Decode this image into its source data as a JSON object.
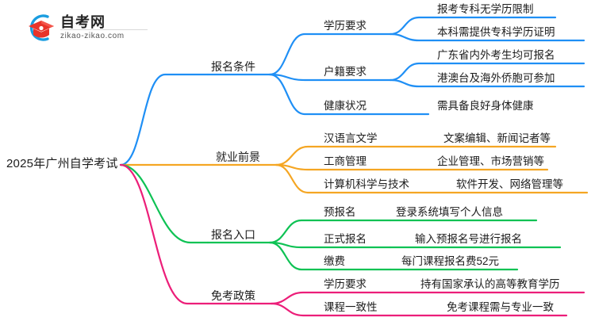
{
  "brand": {
    "name_cn": "自考网",
    "url": "zikao-zikao.com",
    "mark_icon": "graduation-cap-logo-icon",
    "arc_color": "#1a9de0",
    "cap_color": "#e8342a"
  },
  "mindmap": {
    "root": {
      "label": "2025年广州自学考试"
    },
    "branches": [
      {
        "label": "报名条件",
        "color": "#1f8ff5",
        "children": [
          {
            "label": "学历要求",
            "children": [
              {
                "label": "报考专科无学历限制"
              },
              {
                "label": "本科需提供专科学历证明"
              }
            ]
          },
          {
            "label": "户籍要求",
            "children": [
              {
                "label": "广东省内外考生均可报名"
              },
              {
                "label": "港澳台及海外侨胞可参加"
              }
            ]
          },
          {
            "label": "健康状况",
            "children": [
              {
                "label": "需具备良好身体健康"
              }
            ]
          }
        ]
      },
      {
        "label": "就业前景",
        "color": "#f5a623",
        "children": [
          {
            "label": "汉语言文学",
            "children": [
              {
                "label": "文案编辑、新闻记者等"
              }
            ]
          },
          {
            "label": "工商管理",
            "children": [
              {
                "label": "企业管理、市场营销等"
              }
            ]
          },
          {
            "label": "计算机科学与技术",
            "children": [
              {
                "label": "软件开发、网络管理等"
              }
            ]
          }
        ]
      },
      {
        "label": "报名入口",
        "color": "#0ec254",
        "children": [
          {
            "label": "预报名",
            "children": [
              {
                "label": "登录系统填写个人信息"
              }
            ]
          },
          {
            "label": "正式报名",
            "children": [
              {
                "label": "输入预报名号进行报名"
              }
            ]
          },
          {
            "label": "缴费",
            "children": [
              {
                "label": "每门课程报名费52元"
              }
            ]
          }
        ]
      },
      {
        "label": "免考政策",
        "color": "#ec1e79",
        "children": [
          {
            "label": "学历要求",
            "children": [
              {
                "label": "持有国家承认的高等教育学历"
              }
            ]
          },
          {
            "label": "课程一致性",
            "children": [
              {
                "label": "免考课程需与专业一致"
              }
            ]
          }
        ]
      }
    ]
  }
}
